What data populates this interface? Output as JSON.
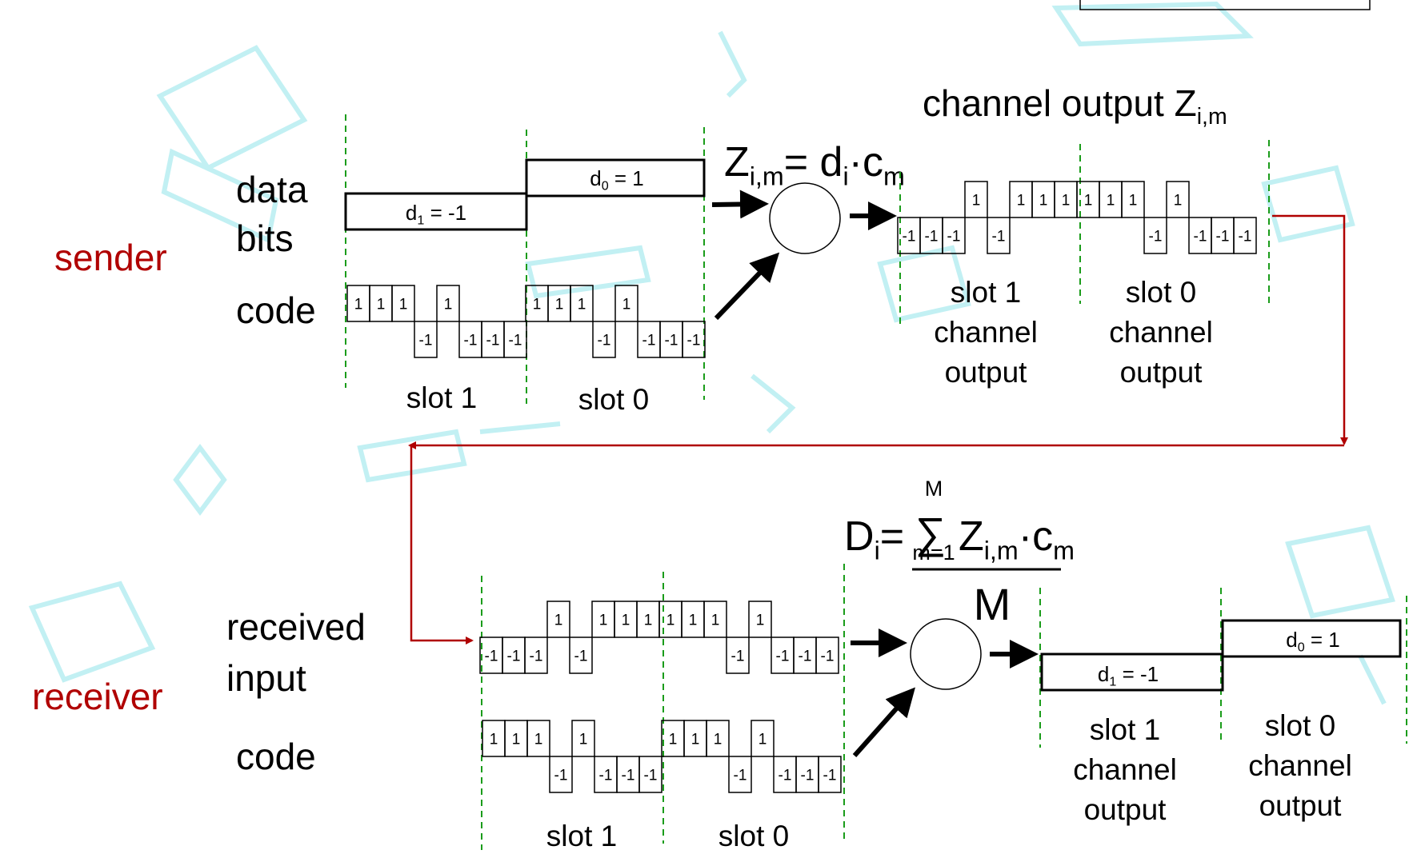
{
  "colors": {
    "ink": "#000000",
    "red": "#b00000",
    "green": "#1a9c1a",
    "watermark": "#8fe3ea"
  },
  "labels": {
    "sender": "sender",
    "receiver": "receiver",
    "data": "data",
    "bits": "bits",
    "code": "code",
    "received": "received",
    "input": "input"
  },
  "encoder": {
    "slots": [
      "slot 1",
      "slot 0"
    ],
    "d1": {
      "base": "d",
      "sub": "1",
      "rest": " = -1",
      "value": -1
    },
    "d0": {
      "base": "d",
      "sub": "0",
      "rest": " = 1",
      "value": 1
    },
    "code_bits": [
      1,
      1,
      1,
      -1,
      1,
      -1,
      -1,
      -1
    ],
    "formula": {
      "Z": "Z",
      "Zsub": "i,m",
      "eq": "= d",
      "dsub": "i",
      "dot": "·",
      "c": "c",
      "csub": "m"
    },
    "output_title": {
      "text": "channel output Z",
      "sub": "i,m"
    },
    "output_bits": [
      -1,
      -1,
      -1,
      1,
      -1,
      1,
      1,
      1,
      1,
      1,
      1,
      -1,
      1,
      -1,
      -1,
      -1
    ],
    "output_captions": [
      [
        "slot 1",
        "channel",
        "output"
      ],
      [
        "slot 0",
        "channel",
        "output"
      ]
    ]
  },
  "decoder": {
    "formula": {
      "D": "D",
      "Dsub": "i",
      "eq": "=",
      "sigma": "∑",
      "top": "M",
      "bottom": "m=1",
      "Z": "Z",
      "Zsub": "i,m",
      "dot": "·",
      "c": "c",
      "csub": "m",
      "denom": "M"
    },
    "input_bits": [
      -1,
      -1,
      -1,
      1,
      -1,
      1,
      1,
      1,
      1,
      1,
      1,
      -1,
      1,
      -1,
      -1,
      -1
    ],
    "code_bits": [
      1,
      1,
      1,
      -1,
      1,
      -1,
      -1,
      -1,
      1,
      1,
      1,
      -1,
      1,
      -1,
      -1,
      -1
    ],
    "slots": [
      "slot 1",
      "slot 0"
    ],
    "d1": {
      "base": "d",
      "sub": "1",
      "rest": " = -1",
      "value": -1
    },
    "d0": {
      "base": "d",
      "sub": "0",
      "rest": " = 1",
      "value": 1
    },
    "output_captions": [
      [
        "slot 1",
        "channel",
        "output"
      ],
      [
        "slot 0",
        "channel",
        "output"
      ]
    ]
  }
}
